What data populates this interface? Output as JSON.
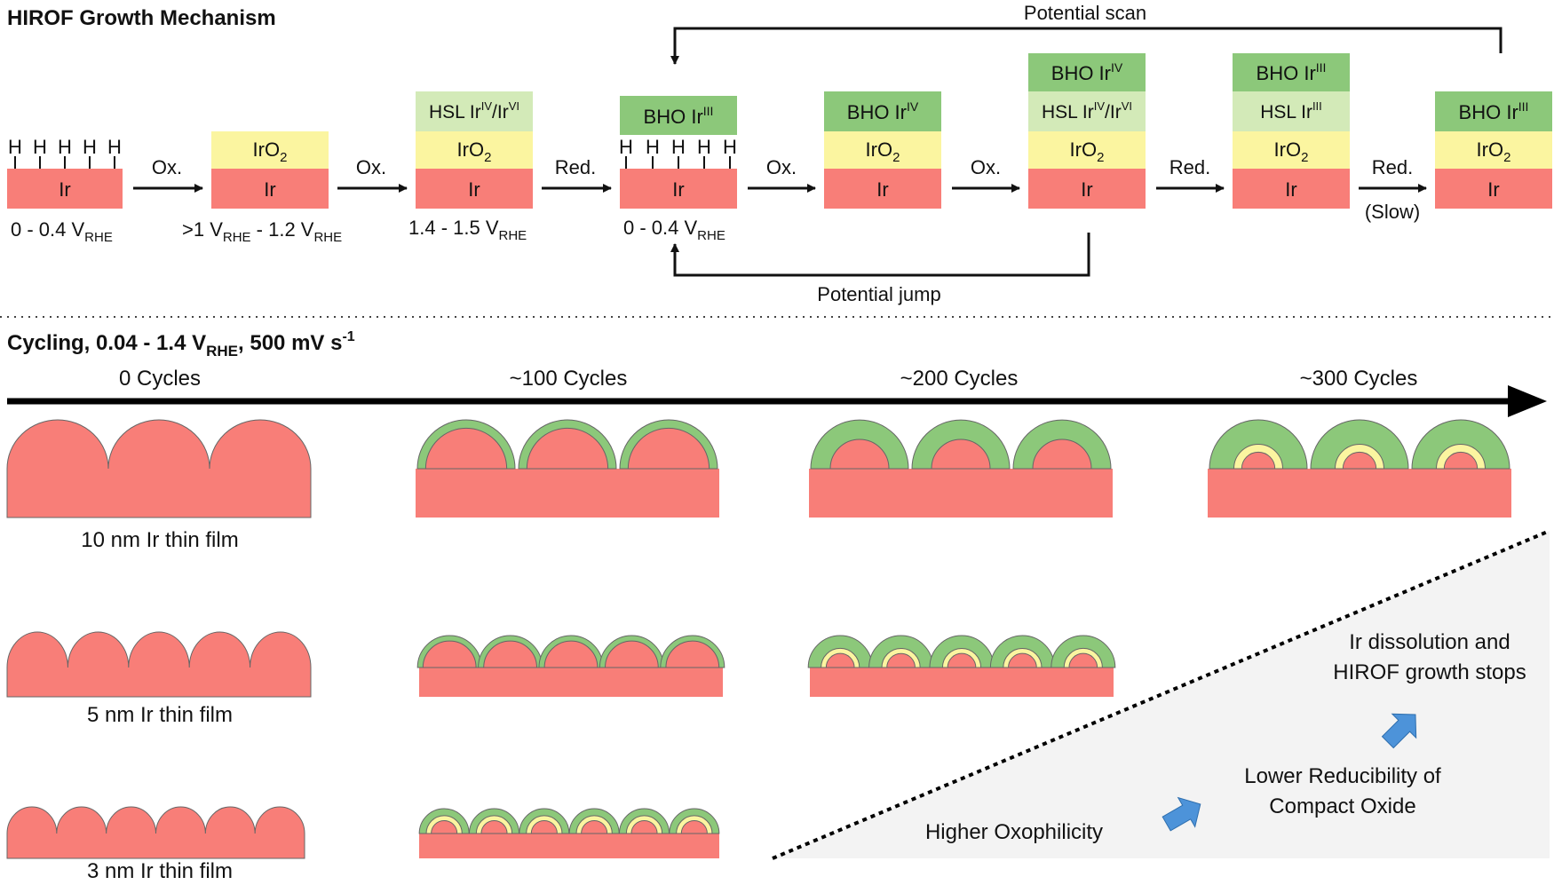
{
  "colors": {
    "ir": "#f87e78",
    "iro2": "#fbf5a0",
    "hsl": "#d3eab8",
    "bho": "#8cc87a",
    "arrow_blue": "#4d93d9",
    "triangle_fill": "#f3f3f3"
  },
  "mechanism": {
    "title": "HIROF Growth Mechanism",
    "h_label": "H",
    "ir_label": "Ir",
    "iro2_label": "IrO",
    "iro2_sub": "2",
    "bho_label": "BHO Ir",
    "hsl_label": "HSL Ir",
    "sup_iii": "III",
    "sup_iv": "IV",
    "sup_vi": "VI",
    "slash": "/Ir",
    "steps": {
      "ox1": "Ox.",
      "ox2": "Ox.",
      "red1": "Red.",
      "ox3": "Ox.",
      "ox4": "Ox.",
      "red2": "Red.",
      "red3": "Red.",
      "slow": "(Slow)"
    },
    "potentials": {
      "p1": "0 - 0.4 V",
      "p2a": ">1 V",
      "p2b": " - 1.2 V",
      "p3": "1.4 - 1.5 V",
      "p4": "0 - 0.4 V",
      "rhe": "RHE"
    },
    "potential_scan": "Potential scan",
    "potential_jump": "Potential jump"
  },
  "cycling": {
    "title_a": "Cycling, 0.04 - 1.4 V",
    "title_sub": "RHE",
    "title_b": ", 500 mV s",
    "title_sup": "-1",
    "stages": [
      "0 Cycles",
      "~100 Cycles",
      "~200 Cycles",
      "~300 Cycles"
    ],
    "films": [
      "10 nm Ir thin film",
      "5 nm Ir thin film",
      "3 nm Ir thin film"
    ],
    "trend": {
      "higher_oxophilicity": "Higher Oxophilicity",
      "lower_line1": "Lower Reducibility of",
      "lower_line2": "Compact Oxide",
      "stop_line1": "Ir dissolution and",
      "stop_line2": "HIROF growth stops"
    }
  }
}
